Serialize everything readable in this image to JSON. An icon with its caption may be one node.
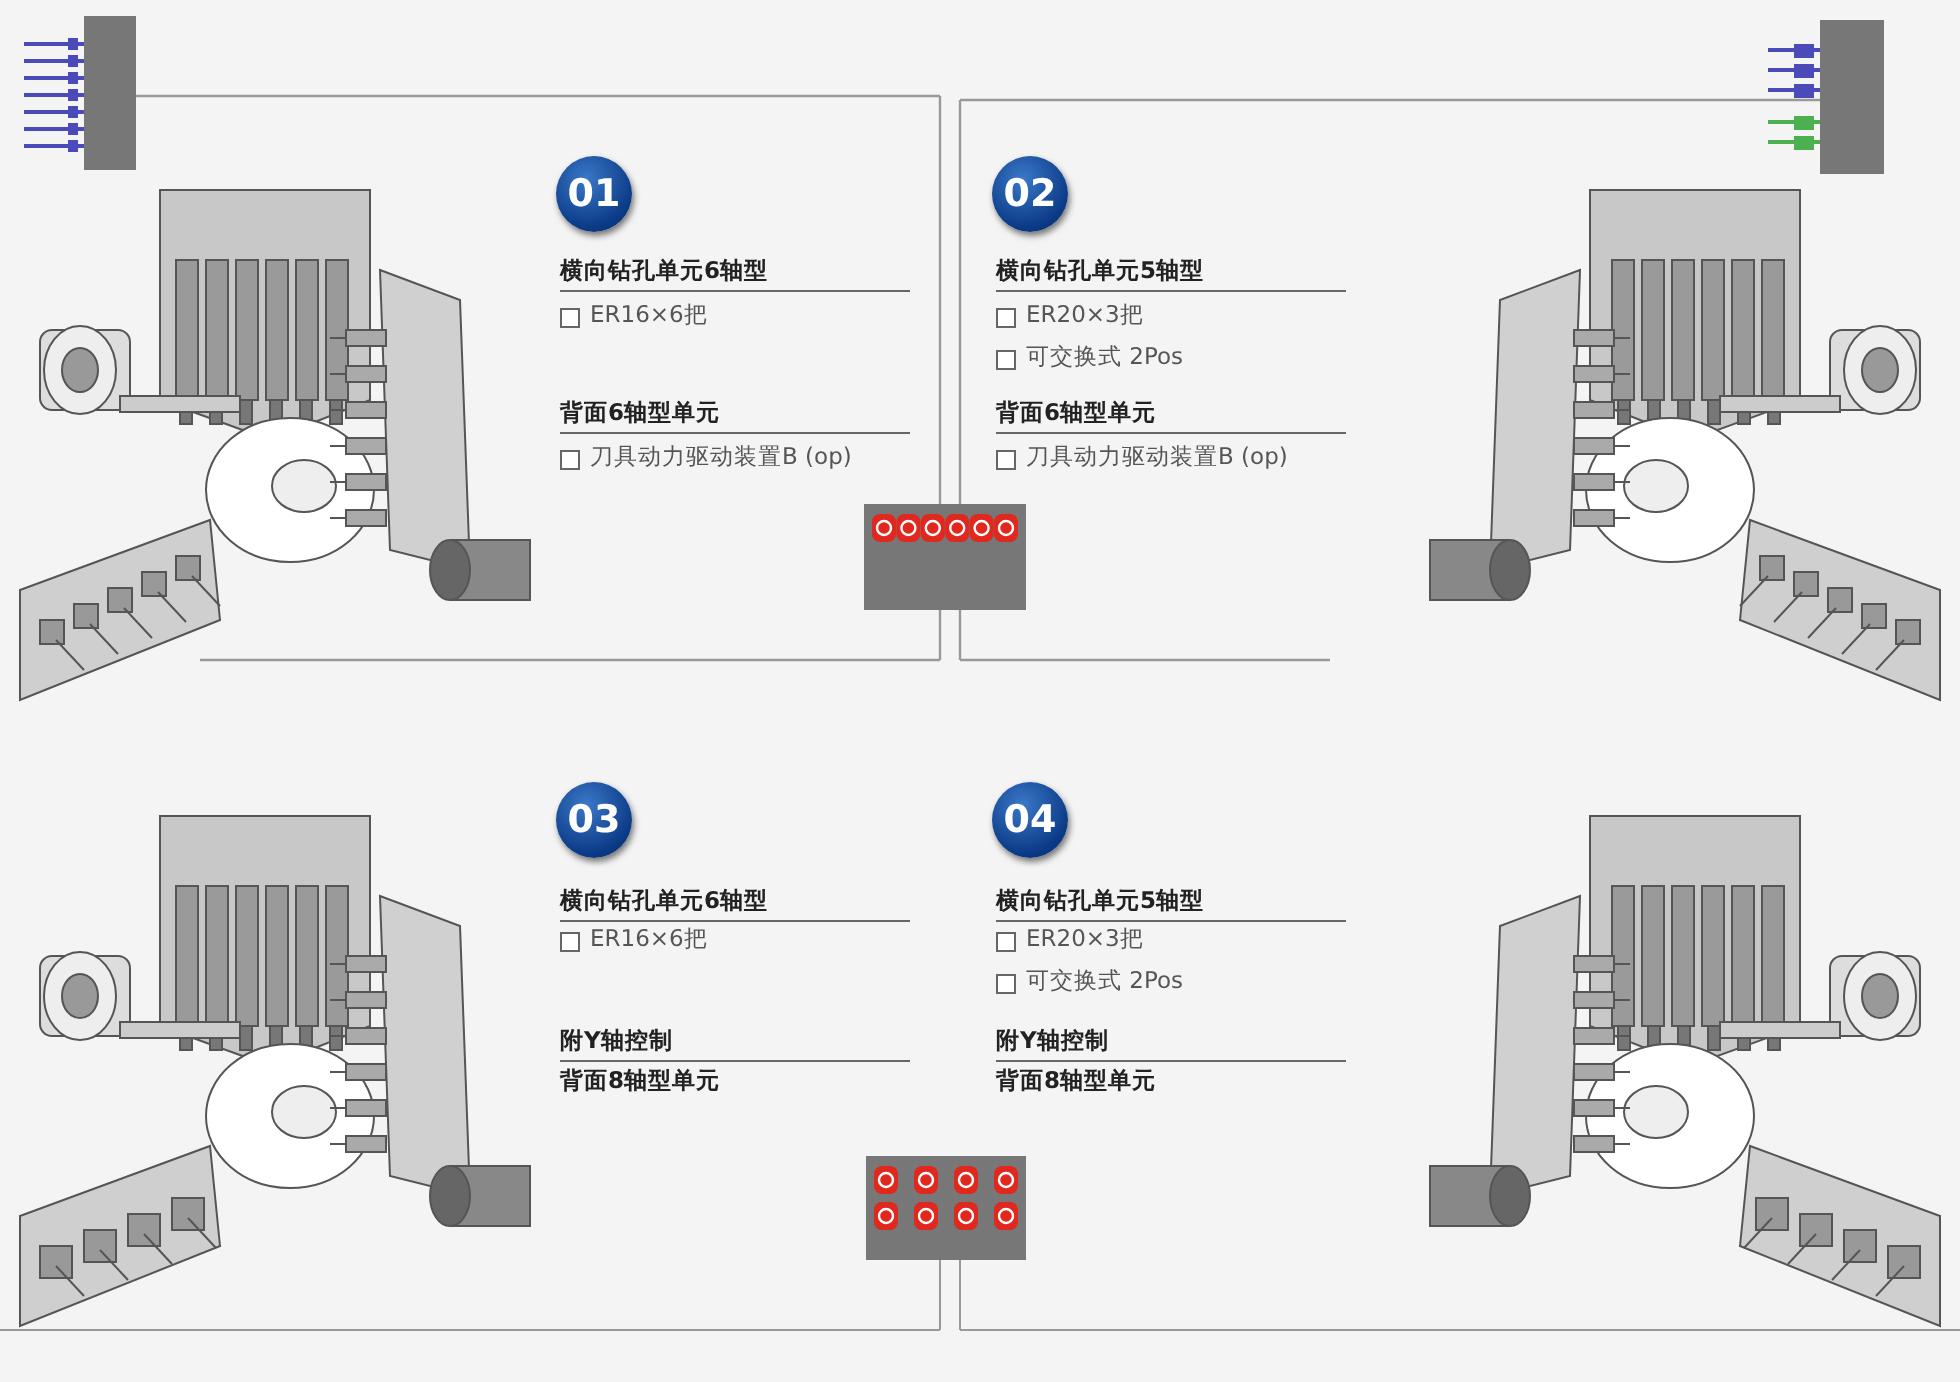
{
  "diagram": {
    "nodes": [
      {
        "text": [
          "01"
        ],
        "beside": [
          "横向钻孔单元6轴型",
          "ER16×6把",
          "背面6轴型单元",
          "刀具动力驱动装置B (op)"
        ]
      },
      {
        "text": [
          "02"
        ],
        "beside": [
          "横向钻孔单元5轴型",
          "ER20×3把",
          "可交换式 2Pos",
          "背面6轴型单元",
          "刀具动力驱动装置B (op)"
        ]
      },
      {
        "text": [
          "03"
        ],
        "beside": [
          "横向钻孔单元6轴型",
          "ER16×6把",
          "附Y轴控制",
          "背面8轴型单元"
        ]
      },
      {
        "text": [
          "04"
        ],
        "beside": [
          "横向钻孔单元5轴型",
          "ER20×3把",
          "可交换式 2Pos",
          "附Y轴控制",
          "背面8轴型单元"
        ]
      }
    ]
  }
}
